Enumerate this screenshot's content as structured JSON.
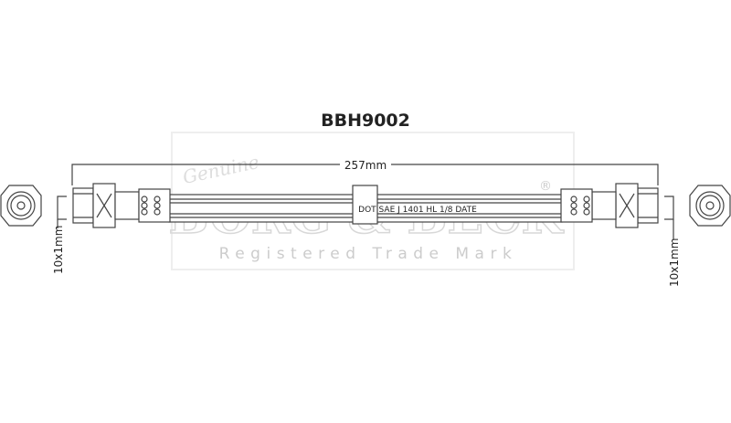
{
  "part_number": "BBH9002",
  "length_label": "257mm",
  "thread_left": "10x1mm",
  "thread_right": "10x1mm",
  "hose_marking": "DOT  SAE  J  1401  HL  1/8  DATE",
  "watermark": {
    "script": "Genuine",
    "brand": "BORG & BECK",
    "registered": "®",
    "tagline": "Registered Trade Mark"
  }
}
